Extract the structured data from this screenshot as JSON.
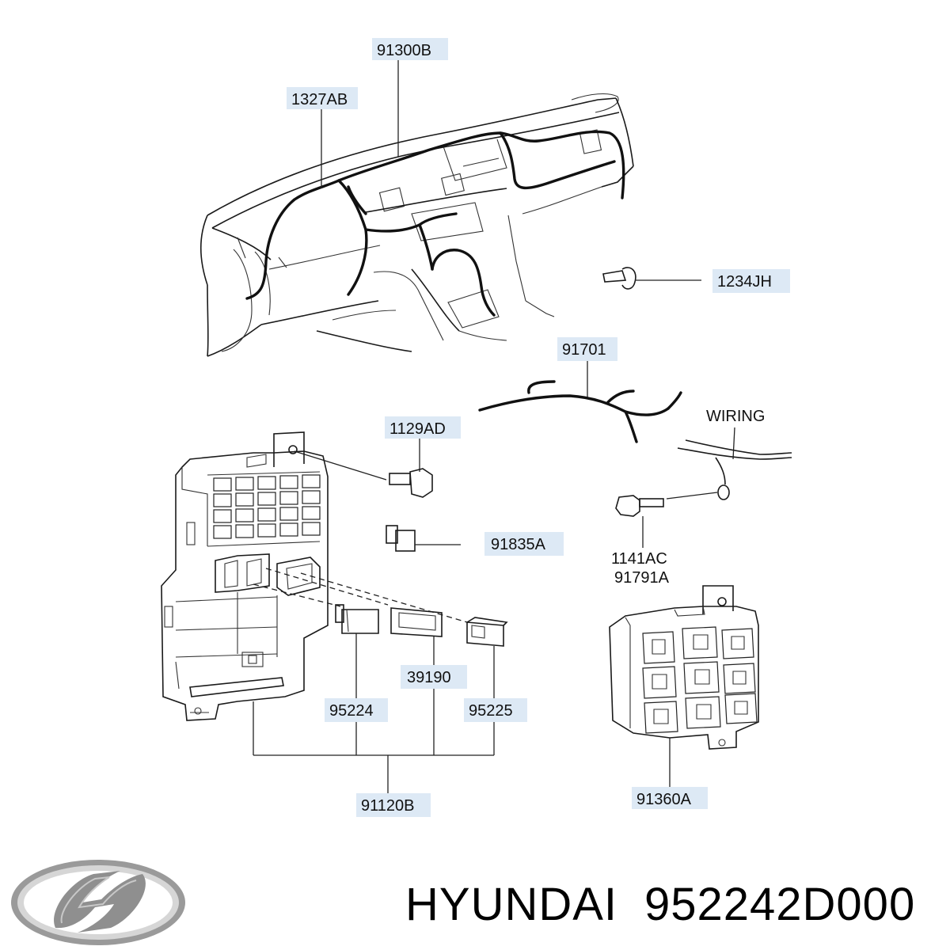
{
  "parts": {
    "harness_main": "91300B",
    "clip_main": "1327AB",
    "clip_1234": "1234JH",
    "harness_91701": "91701",
    "bolt_1129": "1129AD",
    "wiring_label": "WIRING",
    "relay_91835": "91835A",
    "bolt_1141": "1141AC",
    "ground_91791": "91791A",
    "fuse_39190": "39190",
    "relay_95224": "95224",
    "relay_95225": "95225",
    "junction_box": "91120B",
    "relay_box": "91360A"
  },
  "caption": {
    "brand": "HYUNDAI",
    "part_number": "952242D000"
  },
  "colors": {
    "label_background": "#dde9f5",
    "line": "#1a1a1a"
  },
  "logo": "hyundai-logo"
}
